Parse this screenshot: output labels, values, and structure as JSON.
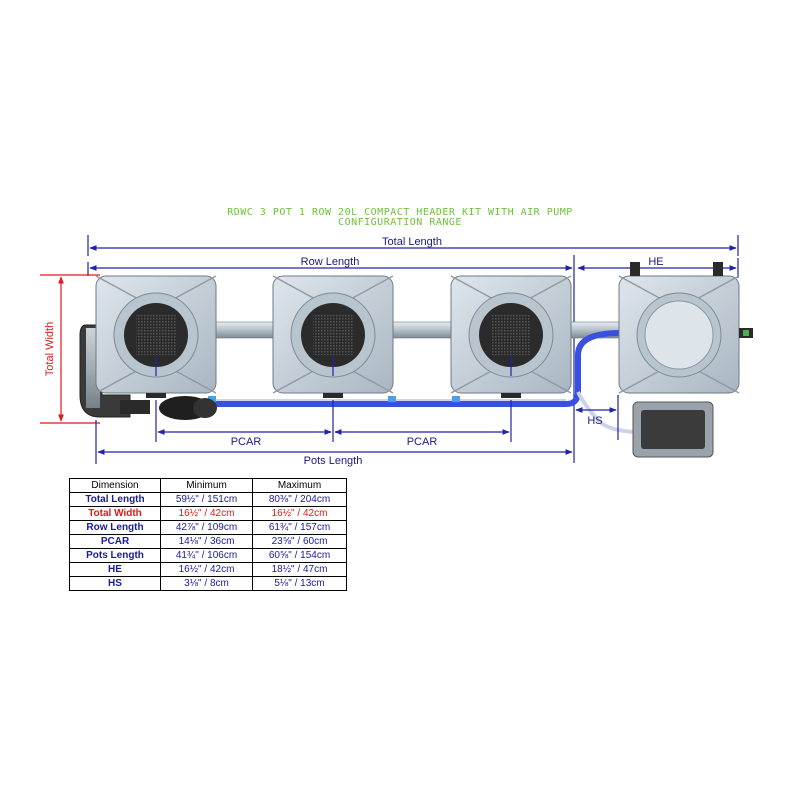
{
  "title": {
    "line1": "RDWC 3 POT 1 ROW 20L COMPACT HEADER KIT WITH AIR PUMP",
    "line2": "CONFIGURATION RANGE"
  },
  "labels": {
    "total_length": "Total Length",
    "row_length": "Row Length",
    "he": "HE",
    "total_width": "Total Width",
    "pcar": "PCAR",
    "hs": "HS",
    "pots_length": "Pots Length"
  },
  "colors": {
    "title": "#6cc23a",
    "dimension_lines": "#2222aa",
    "width_line": "#e01818",
    "pot_body": "#c7d2dc",
    "pipe_blue": "#3a50e0"
  },
  "table": {
    "headers": [
      "Dimension",
      "Minimum",
      "Maximum"
    ],
    "rows": [
      {
        "name": "Total Length",
        "min": "59½\" / 151cm",
        "max": "80⅜\" / 204cm"
      },
      {
        "name": "Total Width",
        "min": "16½\" / 42cm",
        "max": "16½\" / 42cm"
      },
      {
        "name": "Row Length",
        "min": "42⅞\" / 109cm",
        "max": "61¾\" / 157cm"
      },
      {
        "name": "PCAR",
        "min": "14⅛\" / 36cm",
        "max": "23⅝\" / 60cm"
      },
      {
        "name": "Pots Length",
        "min": "41¾\" / 106cm",
        "max": "60⅝\" / 154cm"
      },
      {
        "name": "HE",
        "min": "16½\" / 42cm",
        "max": "18½\" / 47cm"
      },
      {
        "name": "HS",
        "min": "3⅛\" / 8cm",
        "max": "5⅛\" / 13cm"
      }
    ]
  }
}
